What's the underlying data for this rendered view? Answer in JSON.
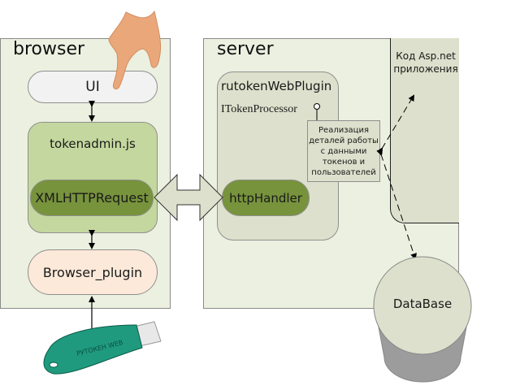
{
  "browser": {
    "title": "browser",
    "ui_label": "UI",
    "tokenadmin_label": "tokenadmin.js",
    "xhr_label": "XMLHTTPRequest",
    "plugin_label": "Browser_plugin"
  },
  "server": {
    "title": "server",
    "plugin_title": "rutokenWebPlugin",
    "interface_label": "ITokenProcessor",
    "handler_label": "httpHandler",
    "impl_note": "Реализация деталей работы с данными токенов и пользователей",
    "aspnet_label": "Код Asp.net приложения"
  },
  "database": {
    "label": "DataBase"
  },
  "icons": {
    "hand": "pointing-hand-icon",
    "usb_token": "rutoken-usb-token-icon",
    "usb_token_text": "РУТОКЕН WEB"
  },
  "colors": {
    "panel_bg": "#ebf0e0",
    "tokenadmin_bg": "#c4d79e",
    "xhr_bg": "#77933c",
    "plugin_bg": "#fde9d9",
    "ui_bg": "#f2f2f2",
    "server_inner_bg": "#dde0cc",
    "db_top": "#dde0cc",
    "db_side": "#9c9c9c"
  }
}
